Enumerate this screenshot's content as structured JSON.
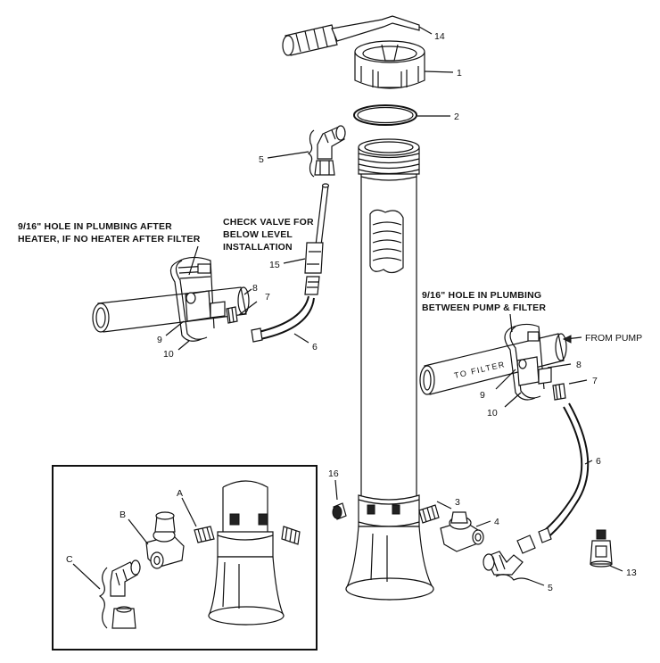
{
  "callouts": {
    "c1": "1",
    "c2": "2",
    "c3": "3",
    "c4": "4",
    "c5_top": "5",
    "c5_bottom": "5",
    "c6_left": "6",
    "c6_right": "6",
    "c7_left": "7",
    "c7_right": "7",
    "c8_left": "8",
    "c8_right": "8",
    "c9_left": "9",
    "c9_right": "9",
    "c10_left": "10",
    "c10_right": "10",
    "c13": "13",
    "c14": "14",
    "c15": "15",
    "c16": "16"
  },
  "notes": {
    "left_line1": "9/16\" HOLE IN PLUMBING AFTER",
    "left_line2": "HEATER, IF NO HEATER AFTER FILTER",
    "check_line1": "CHECK VALVE FOR",
    "check_line2": "BELOW LEVEL",
    "check_line3": "INSTALLATION",
    "right_line1_a": "9/16\" HOLE IN PLUM",
    "right_line1_b": "BING",
    "right_line2": "BETWEEN PUMP & FILTER",
    "from_pump": "FROM PUMP",
    "to_filter": "TO FILTER"
  },
  "inset": {
    "a": "A",
    "b": "B",
    "c": "C"
  }
}
